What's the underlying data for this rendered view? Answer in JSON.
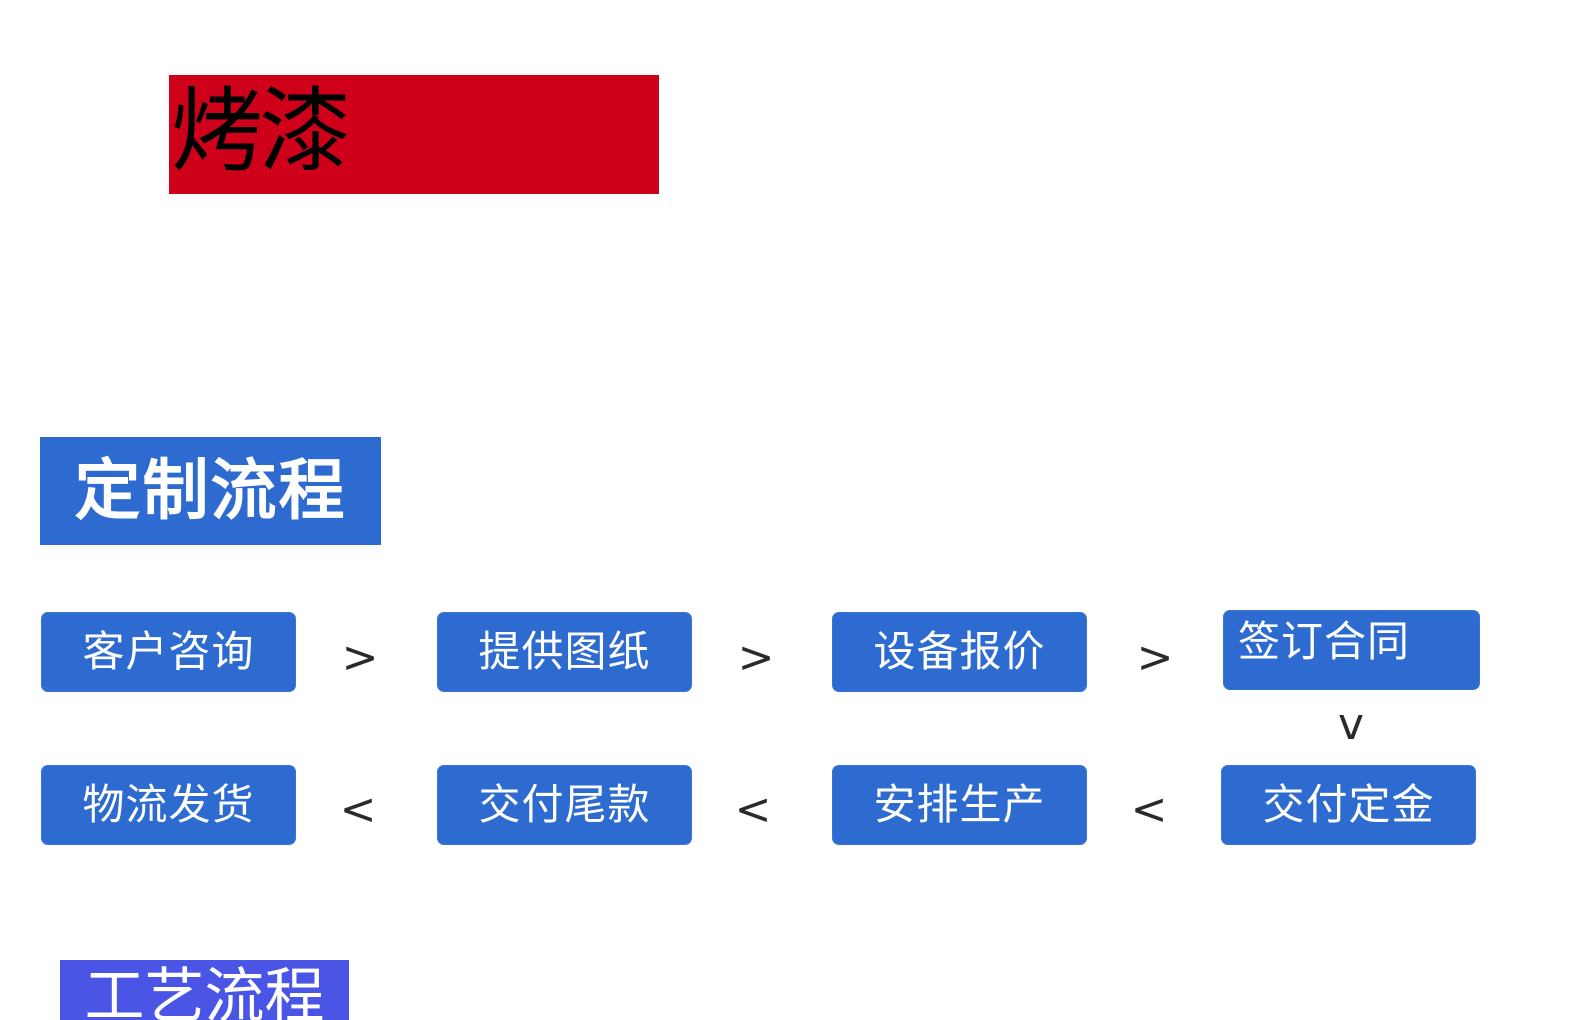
{
  "banner": {
    "title": "烤漆",
    "bg_color": "#cf0019"
  },
  "process_section": {
    "title": "定制流程",
    "accent_color": "#2e6bd0"
  },
  "steps_row1": [
    {
      "label": "客户咨询"
    },
    {
      "label": "提供图纸"
    },
    {
      "label": "设备报价"
    },
    {
      "label": "签订合同"
    }
  ],
  "steps_row2": [
    {
      "label": "物流发货"
    },
    {
      "label": "交付尾款"
    },
    {
      "label": "安排生产"
    },
    {
      "label": "交付定金"
    }
  ],
  "arrows": {
    "right": ">",
    "left": "<",
    "down": "v"
  },
  "craft_section": {
    "title": "工艺流程",
    "accent_color": "#4a55e6"
  }
}
